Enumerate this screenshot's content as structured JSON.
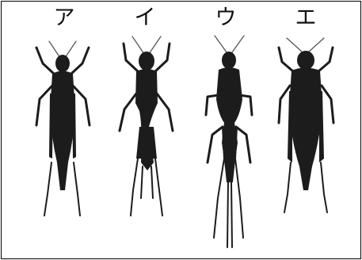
{
  "figure": {
    "labels": [
      "ア",
      "イ",
      "ウ",
      "エ"
    ],
    "insect_color": "#1c1c1c",
    "border_color": "#000000",
    "insect_icon": "grasshopper-silhouette-icon"
  }
}
